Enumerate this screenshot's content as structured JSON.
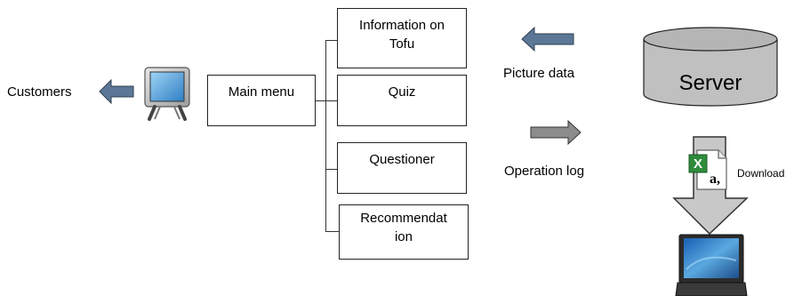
{
  "left": {
    "customers_label": "Customers",
    "tablet_icon": "tablet-device-icon",
    "main_menu_label": "Main menu"
  },
  "menu_items": [
    "Information on\nTofu",
    "Quiz",
    "Questioner",
    "Recommendat\nion"
  ],
  "middle": {
    "picture_data_label": "Picture data",
    "operation_log_label": "Operation log"
  },
  "right": {
    "server_label": "Server",
    "download_label": "Download",
    "excel_icon": "excel-file-icon",
    "laptop_icon": "laptop-icon"
  },
  "colors": {
    "blue_arrow": "#5c7896",
    "gray_arrow": "#8c8c8c",
    "server_fill": "#c0c0c0",
    "server_top": "#b5b5b5"
  }
}
